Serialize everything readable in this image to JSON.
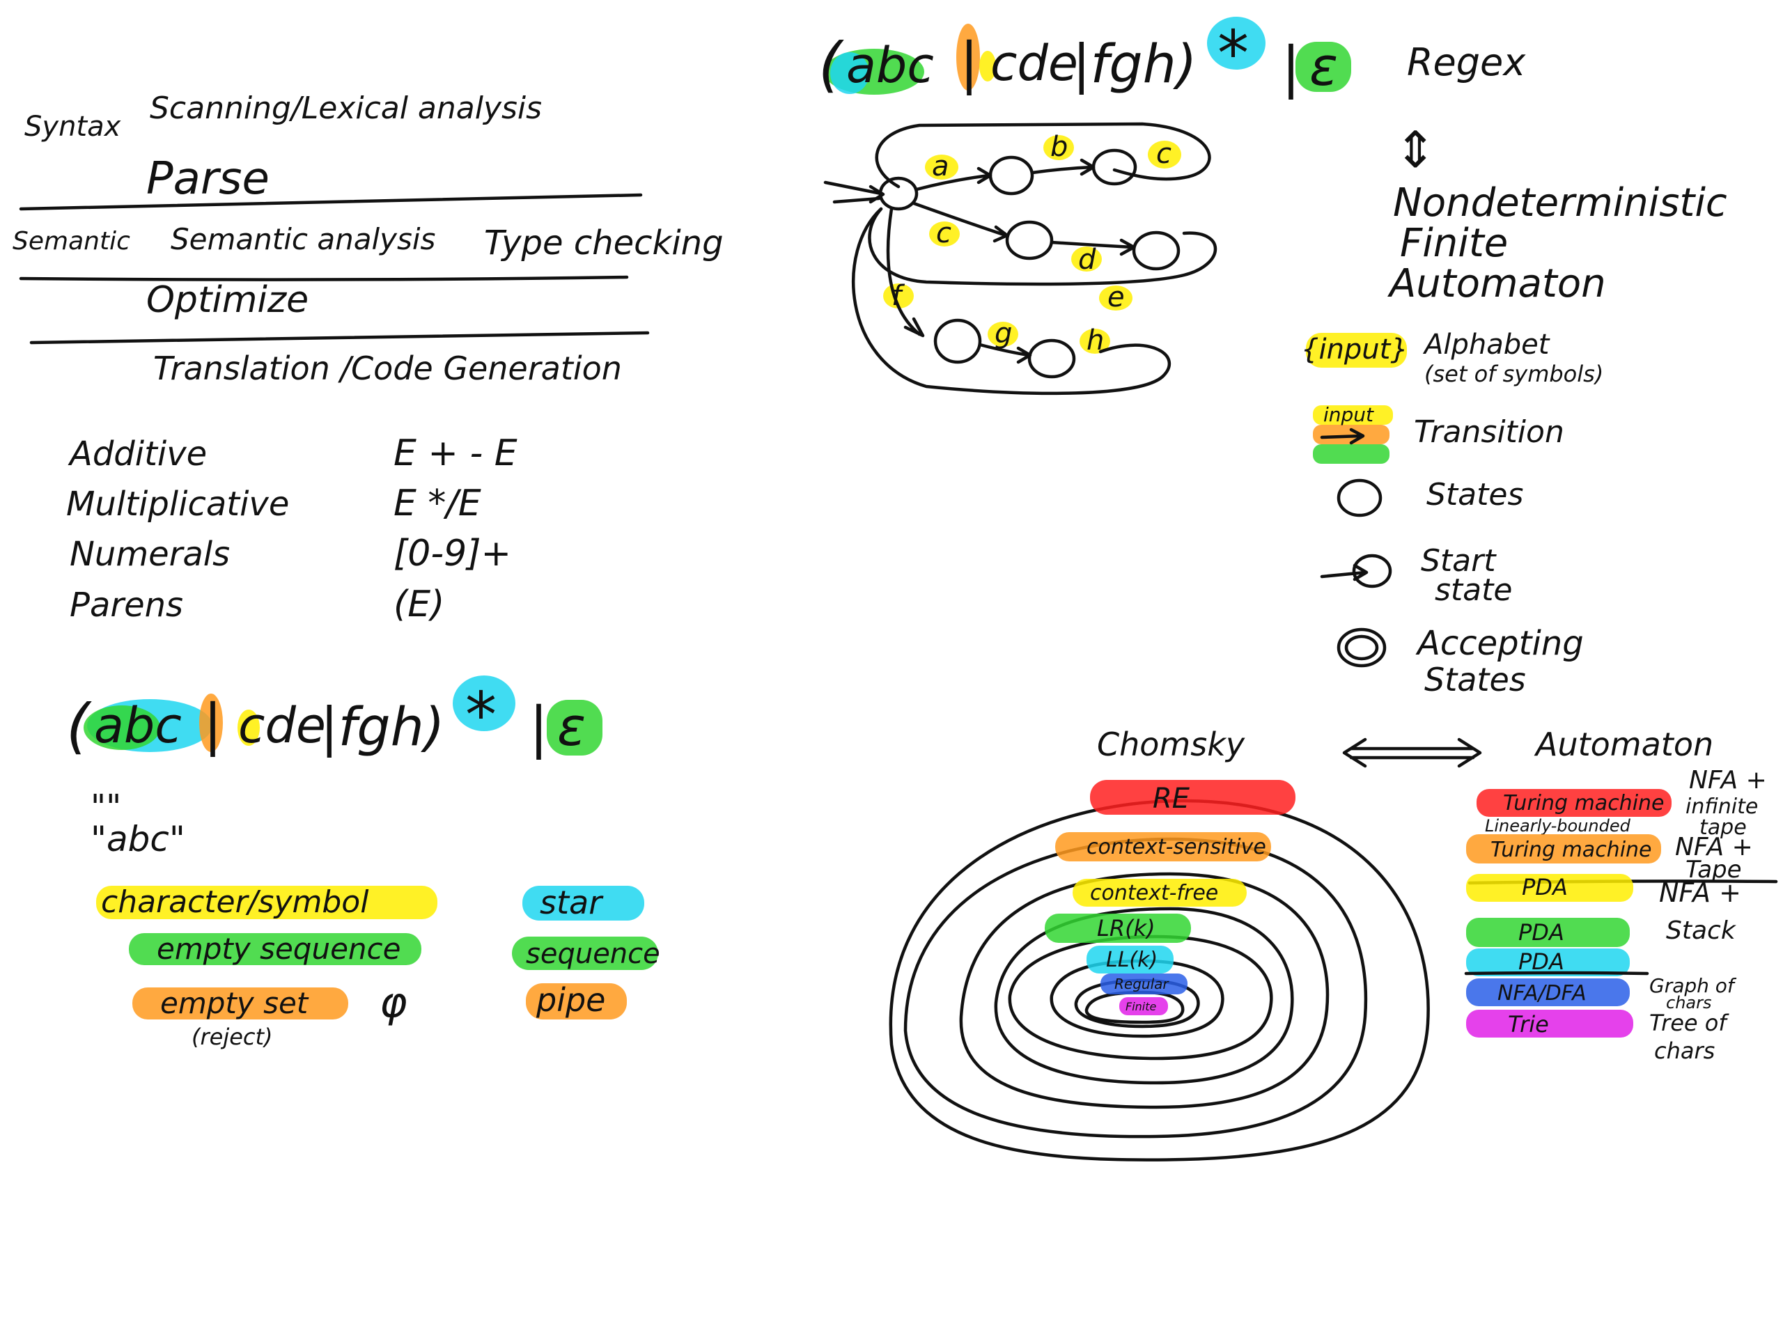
{
  "colors": {
    "ink": "#111111",
    "yellow": "#ffef00",
    "cyan": "#1fd6f0",
    "orange": "#ff9a1f",
    "green": "#33d633",
    "red": "#ff2020",
    "blue": "#2a5fe8",
    "magenta": "#e020e8"
  },
  "phases": {
    "syntax_label": "Syntax",
    "scanning": "Scanning/Lexical analysis",
    "parse": "Parse",
    "semantic_label": "Semantic",
    "semantic_analysis": "Semantic analysis",
    "type_checking": "Type checking",
    "optimize": "Optimize",
    "translation": "Translation /Code Generation"
  },
  "grammar": [
    {
      "name": "Additive",
      "rule": "E + - E"
    },
    {
      "name": "Multiplicative",
      "rule": "E */E"
    },
    {
      "name": "Numerals",
      "rule": "[0-9]+"
    },
    {
      "name": "Parens",
      "rule": "(E)"
    }
  ],
  "regex_expr": {
    "open": "(",
    "abc": "abc",
    "pipe": "|",
    "cde": "cde",
    "rest": "|fgh)",
    "star": "*",
    "bar": "|",
    "eps": "ε"
  },
  "examples": {
    "empty_string": "\"\"",
    "abc_string": "\"abc\""
  },
  "legend_left": {
    "character": "character/symbol",
    "empty_sequence": "empty sequence",
    "empty_set": "empty set",
    "reject": "(reject)",
    "empty_set_symbol": "φ"
  },
  "legend_right": {
    "star": "star",
    "sequence": "sequence",
    "pipe": "pipe"
  },
  "nfa": {
    "regex_label": "Regex",
    "equiv": "⇕",
    "title_lines": [
      "Nondeterministic",
      "Finite",
      "Automaton"
    ],
    "edge_labels": [
      "a",
      "b",
      "c",
      "c",
      "d",
      "e",
      "f",
      "g",
      "h"
    ]
  },
  "nfa_legend": {
    "input": "{input}",
    "alphabet": "Alphabet",
    "alphabet_note": "(set of symbols)",
    "input_small": "input",
    "transition": "Transition",
    "states": "States",
    "start_state_lines": [
      "Start",
      "state"
    ],
    "accepting_lines": [
      "Accepting",
      "States"
    ]
  },
  "hierarchy": {
    "chomsky": "Chomsky",
    "automaton": "Automaton",
    "levels": [
      "RE",
      "context-sensitive",
      "context-free",
      "LR(k)",
      "LL(k)",
      "Regular",
      "Finite"
    ]
  },
  "automaton_table": {
    "rows": [
      {
        "label": "Turing machine",
        "note_lines": [
          "NFA +",
          "infinite",
          "tape"
        ]
      },
      {
        "label_top": "Linearly-bounded",
        "label": "Turing machine",
        "note_lines": [
          "NFA +",
          "Tape"
        ]
      },
      {
        "label": "PDA",
        "note_lines": [
          "NFA +",
          "Stack"
        ]
      },
      {
        "label": "PDA"
      },
      {
        "label": "PDA"
      },
      {
        "label": "NFA/DFA",
        "note_lines": [
          "Graph of",
          "chars"
        ]
      },
      {
        "label": "Trie",
        "note_lines": [
          "Tree of",
          "chars"
        ]
      }
    ]
  }
}
